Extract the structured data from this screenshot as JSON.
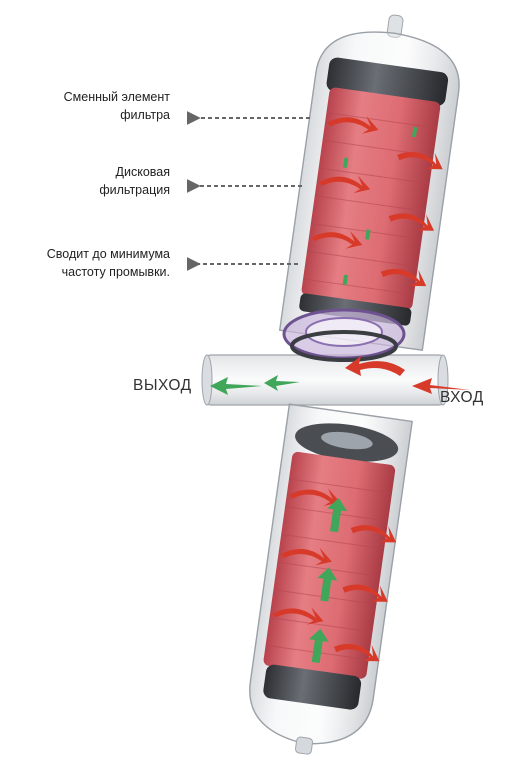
{
  "callouts": {
    "replaceable_element": {
      "line1": "Сменный элемент",
      "line2": "фильтра"
    },
    "disc_filtration": {
      "line1": "Дисковая",
      "line2": "фильтрация"
    },
    "minimal_flushing": {
      "line1": "Сводит до минимума",
      "line2": "частоту промывки."
    }
  },
  "flow": {
    "outlet": "ВЫХОД",
    "inlet": "ВХОД"
  },
  "colors": {
    "cartridge": "#d7646b",
    "housing": "#c8ccd0",
    "flow_in_arrow": "#d83a2a",
    "flow_out_arrow": "#3fa65a",
    "disc_ring": "#7b5a9e",
    "callout_arrow": "#666666"
  }
}
